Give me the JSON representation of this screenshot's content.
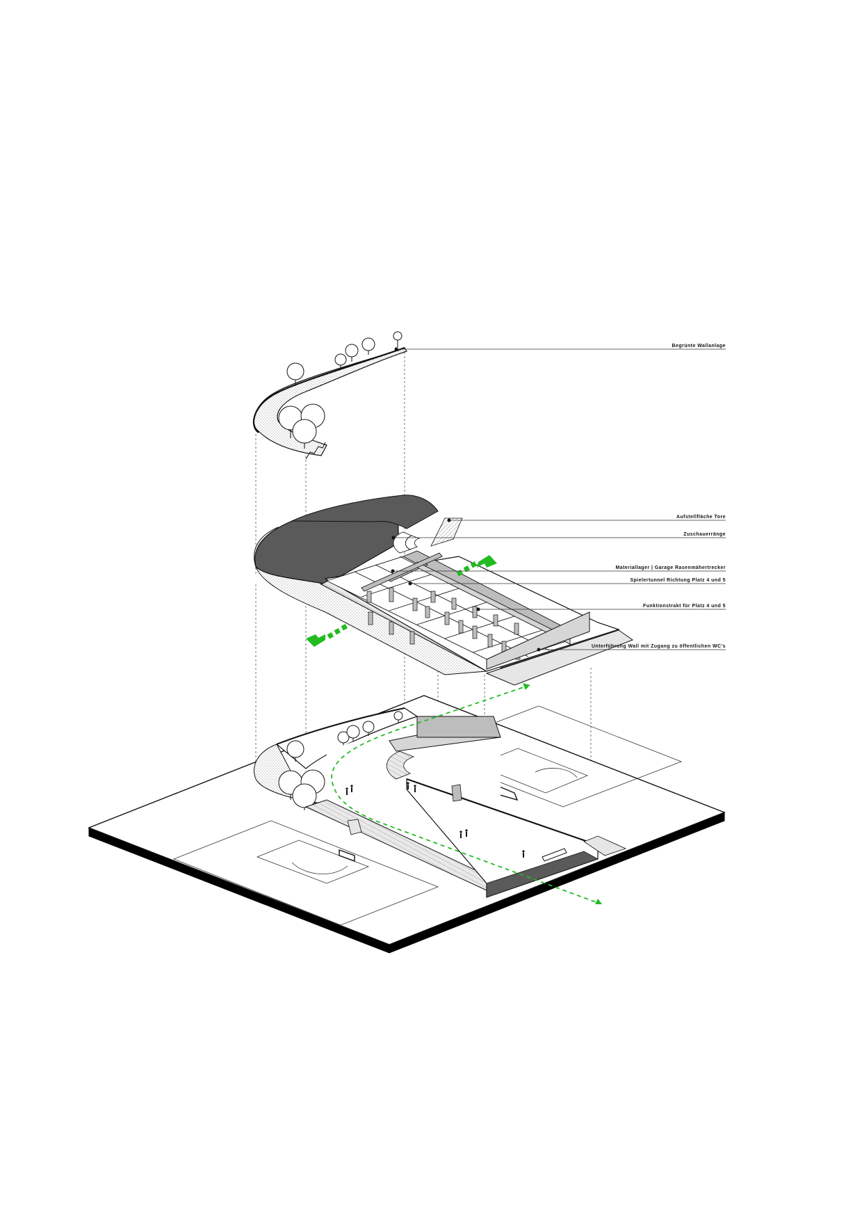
{
  "diagram": {
    "labels": [
      {
        "id": "wall",
        "text": "Begrünte Wallanlage"
      },
      {
        "id": "goals",
        "text": "Aufstellfläche Tore"
      },
      {
        "id": "stands",
        "text": "Zuschauerränge"
      },
      {
        "id": "storage",
        "text": "Materiallager | Garage Rasenmähertrecker"
      },
      {
        "id": "tunnel",
        "text": "Spielertunnel Richtung Platz 4 und 5"
      },
      {
        "id": "function",
        "text": "Funktionstrakt für Platz 4 und 5"
      },
      {
        "id": "underpass",
        "text": "Unterführung Wall mit Zugang zu öffentlichen WC's"
      }
    ],
    "colors": {
      "line": "#111111",
      "ground": "#ffffff",
      "base": "#000000",
      "roof": "#5a5a5a",
      "wall_gray": "#bdbdbd",
      "light_gray": "#e6e6e6",
      "accent_green": "#22bb22"
    },
    "icons": [
      "tree-icon",
      "person-icon",
      "direction-arrow-icon",
      "football-goal-icon"
    ]
  }
}
